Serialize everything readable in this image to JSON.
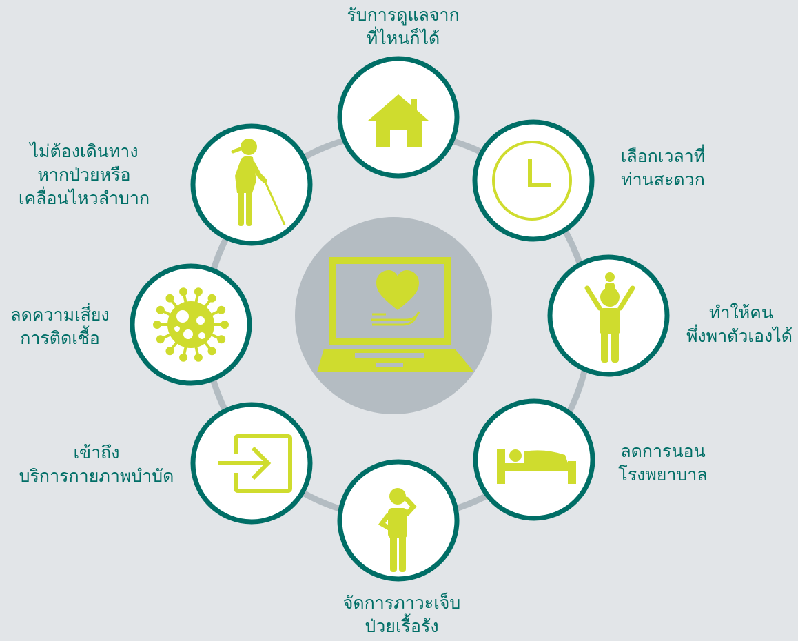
{
  "colors": {
    "background": "#e2e5e8",
    "ring": "#b3bcc2",
    "circle_border": "#006e66",
    "circle_fill": "#ffffff",
    "icon": "#cfdc2e",
    "center_disc": "#b4bcc2",
    "text": "#006e66"
  },
  "center": {
    "icon": "laptop-heart-hand-icon"
  },
  "items": [
    {
      "icon": "house-icon",
      "lines": [
        "รับการดูแลจาก",
        "ที่ไหนก็ได้"
      ]
    },
    {
      "icon": "clock-icon",
      "lines": [
        "เลือกเวลาที่",
        "ท่านสะดวก"
      ]
    },
    {
      "icon": "parent-child-icon",
      "lines": [
        "ทำให้คน",
        "พึ่งพาตัวเองได้"
      ]
    },
    {
      "icon": "bed-icon",
      "lines": [
        "ลดการนอน",
        "โรงพยาบาล"
      ]
    },
    {
      "icon": "person-thinking-icon",
      "lines": [
        "จัดการภาวะเจ็บ",
        "ป่วยเรื้อรัง"
      ]
    },
    {
      "icon": "enter-arrow-icon",
      "lines": [
        "เข้าถึง",
        "บริการกายภาพบำบัด"
      ]
    },
    {
      "icon": "virus-icon",
      "lines": [
        "ลดความเสี่ยง",
        "การติดเชื้อ"
      ]
    },
    {
      "icon": "elderly-cane-icon",
      "lines": [
        "ไม่ต้องเดินทาง",
        "หากป่วยหรือ",
        "เคลื่อนไหวลำบาก"
      ]
    }
  ]
}
